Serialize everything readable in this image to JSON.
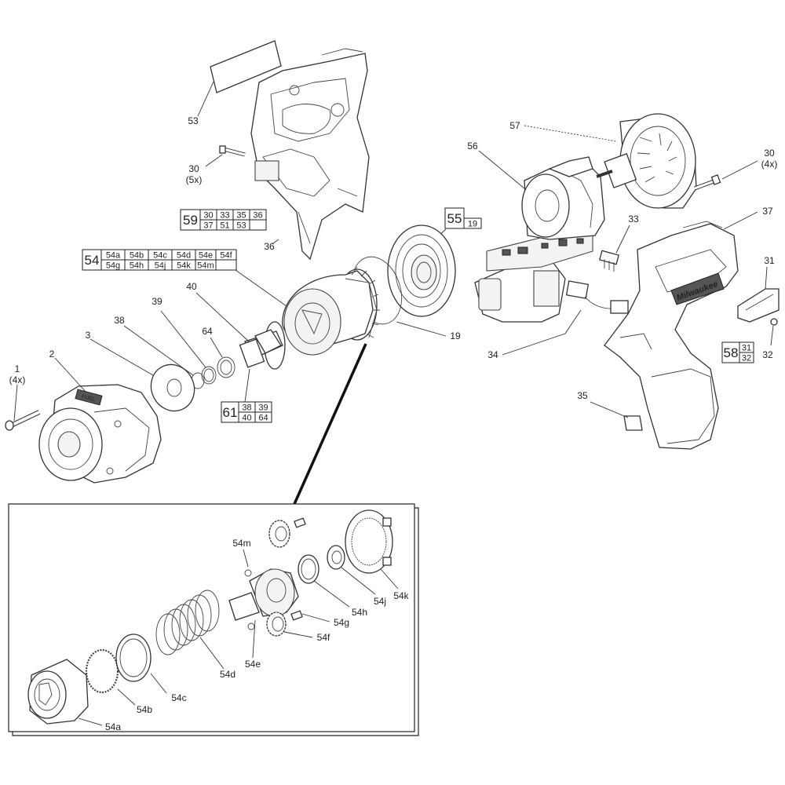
{
  "labels": {
    "l1": "1",
    "l1q": "(4x)",
    "l2": "2",
    "l3": "3",
    "l19": "19",
    "l30a": "30",
    "l30aq": "(5x)",
    "l30b": "30",
    "l30bq": "(4x)",
    "l31": "31",
    "l32": "32",
    "l33": "33",
    "l34": "34",
    "l35": "35",
    "l36": "36",
    "l37": "37",
    "l38": "38",
    "l39": "39",
    "l40": "40",
    "l53": "53",
    "l56": "56",
    "l57": "57",
    "l64": "64",
    "l54a": "54a",
    "l54b": "54b",
    "l54c": "54c",
    "l54d": "54d",
    "l54e": "54e",
    "l54f": "54f",
    "l54g": "54g",
    "l54h": "54h",
    "l54j": "54j",
    "l54k": "54k",
    "l54m": "54m"
  },
  "kits": {
    "k59": {
      "num": "59",
      "items": [
        "30",
        "33",
        "35",
        "36",
        "37",
        "51",
        "53",
        ""
      ]
    },
    "k55": {
      "num": "55",
      "items": [
        "19"
      ]
    },
    "k54": {
      "num": "54",
      "items": [
        "54a",
        "54b",
        "54c",
        "54d",
        "54e",
        "54f",
        "54g",
        "54h",
        "54j",
        "54k",
        "54m",
        ""
      ]
    },
    "k61": {
      "num": "61",
      "items": [
        "38",
        "39",
        "40",
        "64"
      ]
    },
    "k58": {
      "num": "58",
      "items": [
        "31",
        "32"
      ]
    }
  },
  "logo_text": "Milwaukee",
  "badge_text": "FUEL"
}
